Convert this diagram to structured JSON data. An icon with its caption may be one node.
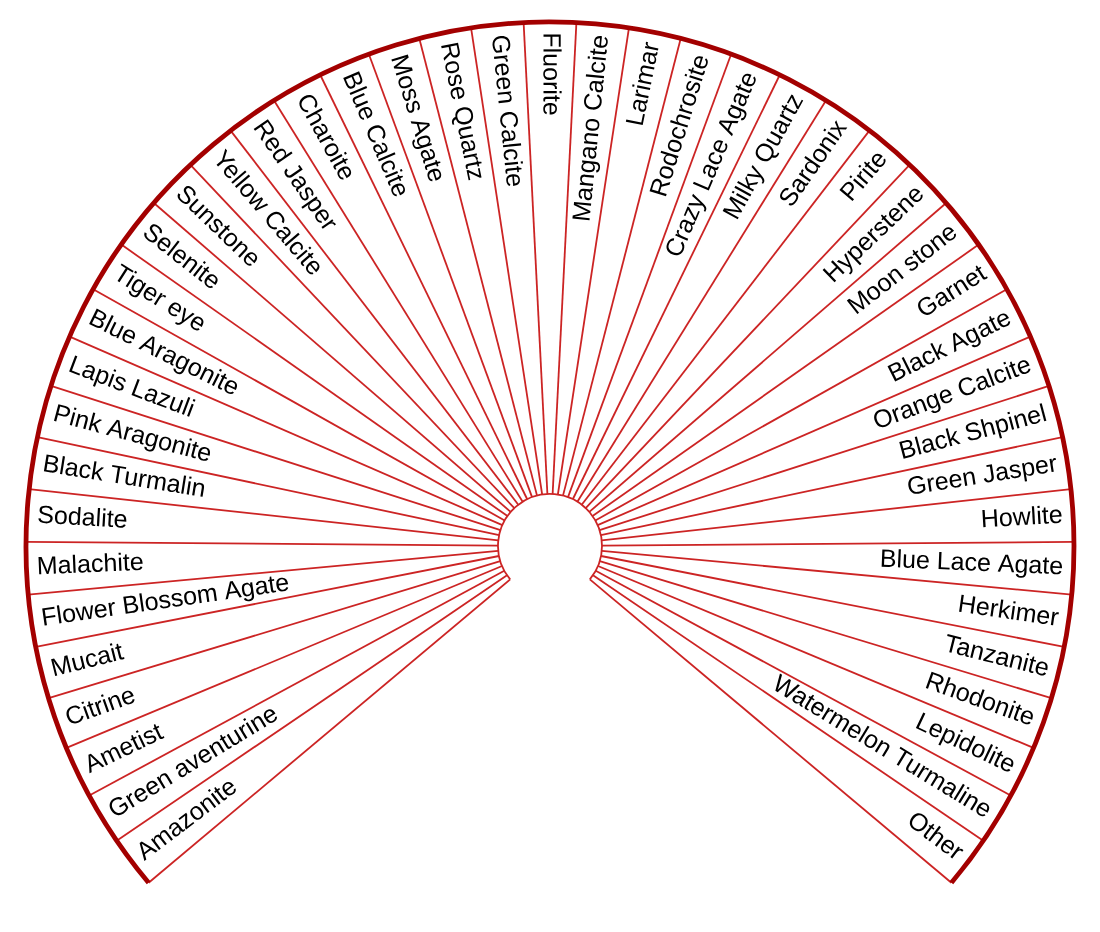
{
  "diagram": {
    "labels": [
      "Amazonite",
      "Green aventurine",
      "Ametist",
      "Citrine",
      "Mucait",
      "Flower Blossom Agate",
      "Malachite",
      "Sodalite",
      "Black Turmalin",
      "Pink Aragonite",
      "Lapis Lazuli",
      "Blue Aragonite",
      "Tiger eye",
      "Selenite",
      "Sunstone",
      "Yellow Calcite",
      "Red Jasper",
      "Charoite",
      "Blue Calcite",
      "Moss Agate",
      "Rose Quartz",
      "Green Calcite",
      "Fluorite",
      "Mangano Calcite",
      "Larimar",
      "Rodochrosite",
      "Crazy Lace Agate",
      "Milky Quartz",
      "Sardonix",
      "Pirite",
      "Hyperstene",
      "Moon stone",
      "Garnet",
      "Black Agate",
      "Orange Calcite",
      "Black Shpinel",
      "Green Jasper",
      "Howlite",
      "Blue Lace Agate",
      "Herkimer",
      "Tanzanite",
      "Rhodonite",
      "Lepidolite",
      "Watermelon Turmaline",
      "Other"
    ]
  }
}
